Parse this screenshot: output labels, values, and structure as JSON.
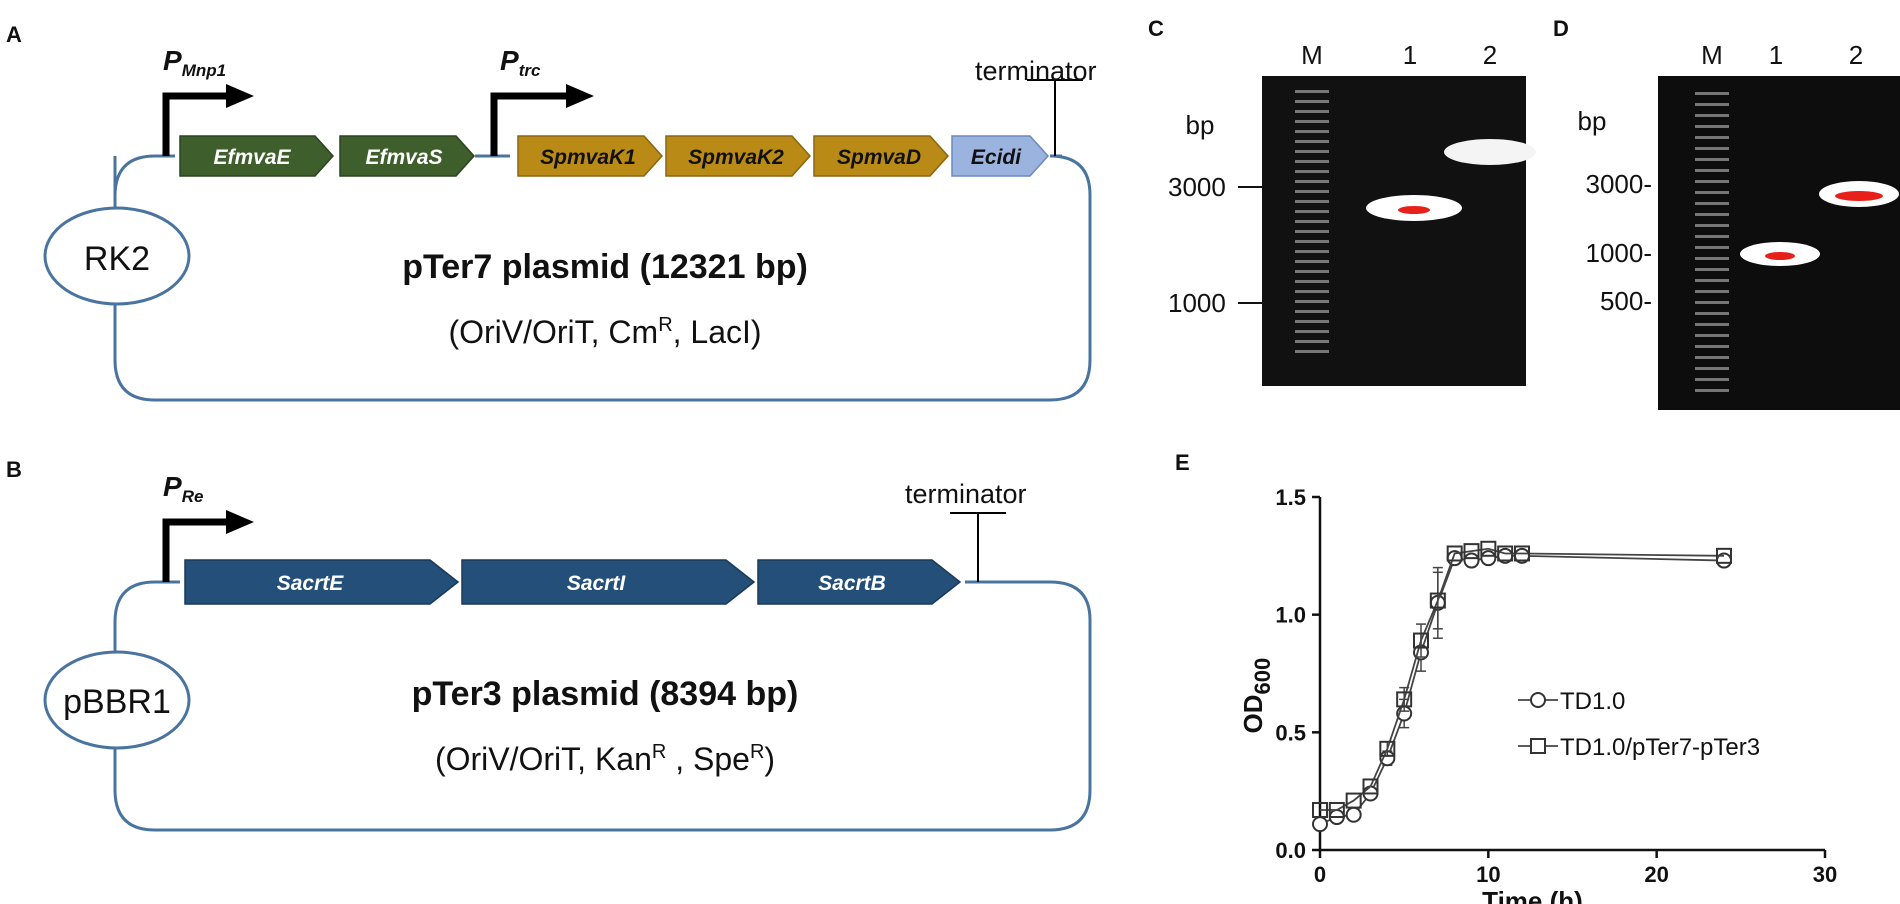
{
  "panels": {
    "a": "A",
    "b": "B",
    "c": "C",
    "d": "D",
    "e": "E"
  },
  "plasmid_a": {
    "promoter1": "P",
    "promoter1_sub": "Mnp1",
    "promoter2": "P",
    "promoter2_sub": "trc",
    "terminator": "terminator",
    "genes": [
      "EfmvaE",
      "EfmvaS",
      "SpmvaK1",
      "SpmvaK2",
      "SpmvaD",
      "Ecidi"
    ],
    "origin": "RK2",
    "title": "pTer7 plasmid (12321 bp)",
    "markers_pre": "(OriV/OriT, Cm",
    "markers_sup": "R",
    "markers_post": ", LacI)"
  },
  "plasmid_b": {
    "promoter": "P",
    "promoter_sub": "Re",
    "terminator": "terminator",
    "genes": [
      "SacrtE",
      "SacrtI",
      "SacrtB"
    ],
    "origin": "pBBR1",
    "title": "pTer3  plasmid (8394 bp)",
    "markers_pre": "(OriV/OriT, Kan",
    "markers_sup1": "R",
    "markers_mid": " , Spe",
    "markers_sup2": "R",
    "markers_post": ")"
  },
  "gel_c": {
    "lanes": [
      "M",
      "1",
      "2"
    ],
    "unit": "bp",
    "ticks": [
      "3000",
      "1000"
    ]
  },
  "gel_d": {
    "lanes": [
      "M",
      "1",
      "2"
    ],
    "unit": "bp",
    "ticks": [
      "3000-",
      "1000-",
      "500-"
    ]
  },
  "colors": {
    "gene_green": "#3e5f2c",
    "gene_gold": "#b98a16",
    "gene_blue_light": "#9bb3df",
    "gene_navy": "#244f78",
    "plasmid_line": "#4a74a0",
    "band": "#ffffff",
    "band_core": "#e8201a"
  },
  "chart_data": {
    "type": "line",
    "xlabel": "Time (h)",
    "ylabel": "OD",
    "ylabel_sub": "600",
    "xlim": [
      0,
      30
    ],
    "ylim": [
      0,
      1.5
    ],
    "xticks": [
      0,
      10,
      20,
      30
    ],
    "yticks": [
      0.0,
      0.5,
      1.0,
      1.5
    ],
    "xtick_labels": [
      "0",
      "10",
      "20",
      "30"
    ],
    "ytick_labels": [
      "0.0",
      "0.5",
      "1.0",
      "1.5"
    ],
    "legend_position": "right",
    "series": [
      {
        "name": "TD1.0",
        "marker": "circle",
        "x": [
          0,
          1,
          2,
          3,
          4,
          5,
          6,
          7,
          8,
          9,
          10,
          11,
          12,
          24
        ],
        "y": [
          0.11,
          0.14,
          0.15,
          0.24,
          0.39,
          0.58,
          0.84,
          1.05,
          1.24,
          1.23,
          1.24,
          1.25,
          1.25,
          1.23
        ],
        "err": [
          0.02,
          0.02,
          0.02,
          0.02,
          0.03,
          0.06,
          0.08,
          0.15,
          0.02,
          0.02,
          0.02,
          0.02,
          0.02,
          0.02
        ]
      },
      {
        "name": "TD1.0/pTer7-pTer3",
        "marker": "square",
        "x": [
          0,
          1,
          2,
          3,
          4,
          5,
          6,
          7,
          8,
          9,
          10,
          11,
          12,
          24
        ],
        "y": [
          0.17,
          0.17,
          0.21,
          0.27,
          0.43,
          0.64,
          0.89,
          1.06,
          1.26,
          1.27,
          1.28,
          1.26,
          1.26,
          1.25
        ],
        "err": [
          0.02,
          0.02,
          0.02,
          0.02,
          0.03,
          0.05,
          0.07,
          0.12,
          0.02,
          0.02,
          0.02,
          0.02,
          0.02,
          0.02
        ]
      }
    ]
  }
}
